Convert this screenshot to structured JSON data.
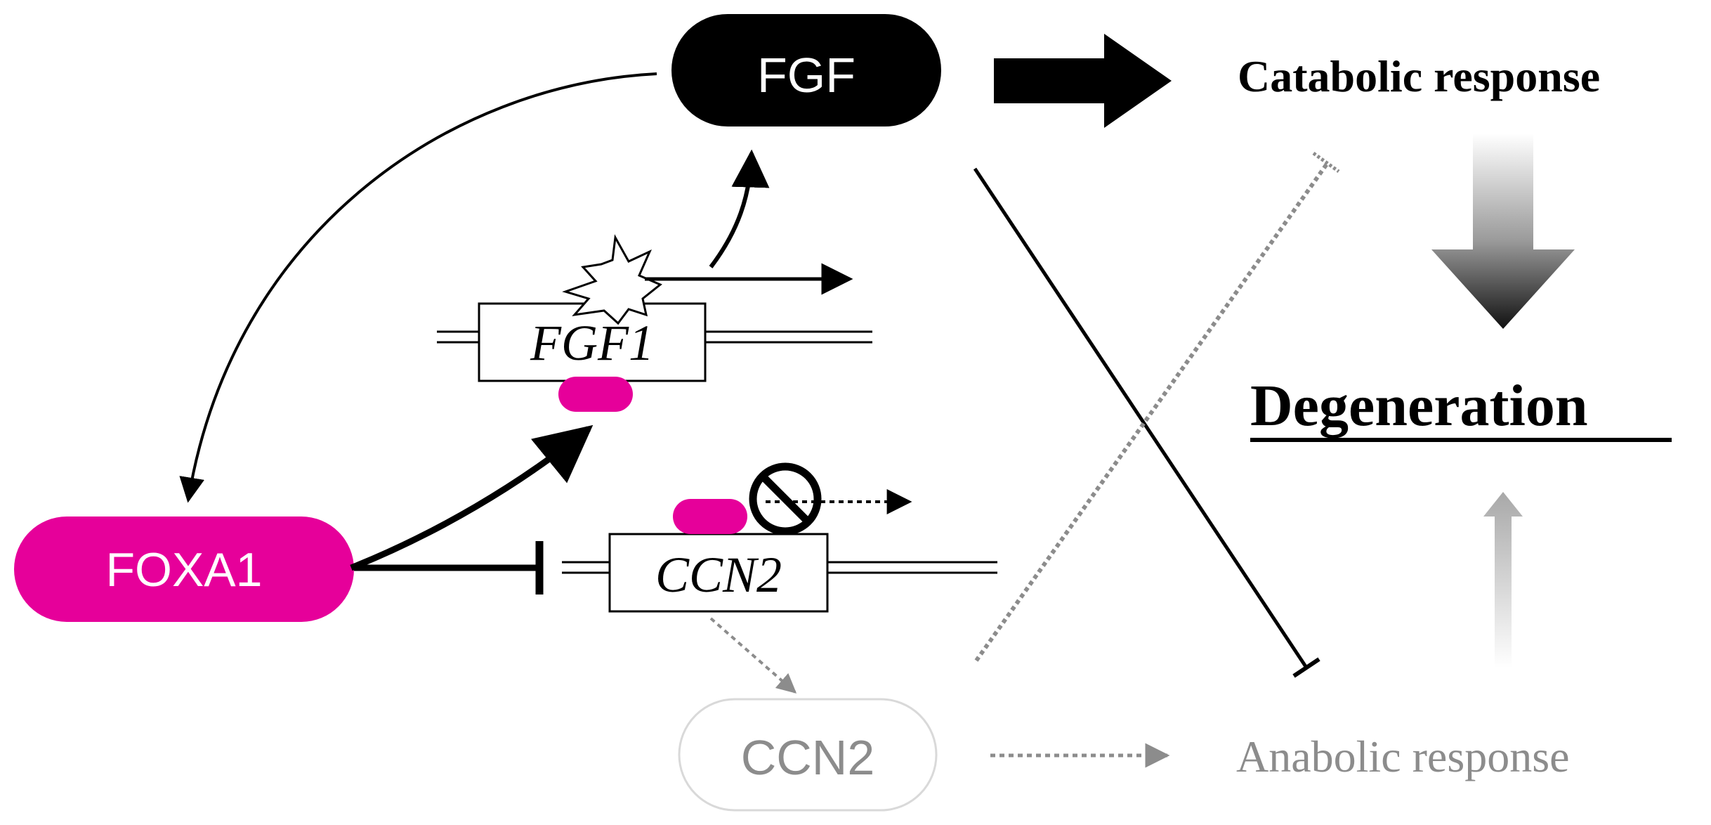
{
  "nodes": {
    "fgf": "FGF",
    "foxa1": "FOXA1",
    "ccn2_protein": "CCN2"
  },
  "genes": {
    "fgf1": "FGF1",
    "ccn2": "CCN2"
  },
  "outcomes": {
    "catabolic": "Catabolic response",
    "anabolic": "Anabolic response",
    "degeneration": "Degeneration"
  },
  "colors": {
    "foxa1_magenta": "#e6009a",
    "black": "#000000",
    "faded_gray": "#8c8c8c",
    "light_border": "#d9d9d9"
  }
}
